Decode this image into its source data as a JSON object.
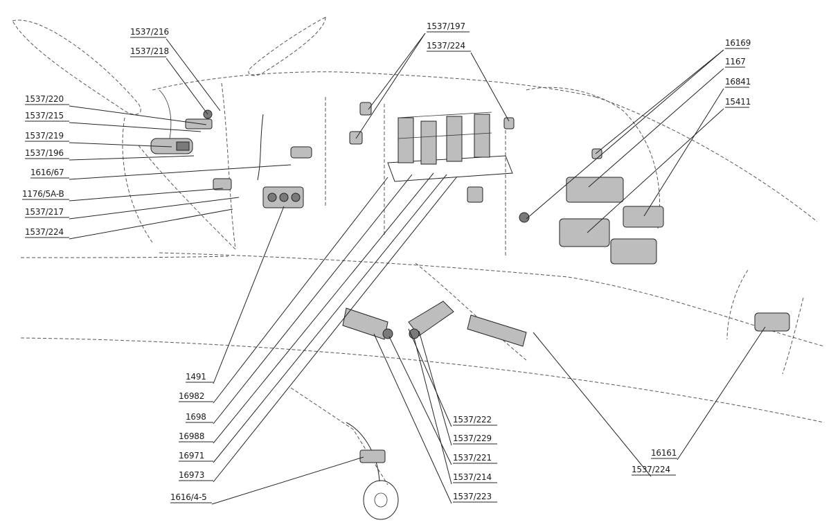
{
  "labels": {
    "l1537_216": "1537/216",
    "l1537_218": "1537/218",
    "l1537_220": "1537/220",
    "l1537_215": "1537/215",
    "l1537_219": "1537/219",
    "l1537_196": "1537/196",
    "l1616_67": "1616/67",
    "l1176_5AB": "1176/5A-B",
    "l1537_217": "1537/217",
    "l1537_224_left": "1537/224",
    "l1537_197": "1537/197",
    "l1537_224_top": "1537/224",
    "l16169": "16169",
    "l1167": "1167",
    "l16841": "16841",
    "l15411": "15411",
    "l1491": "1491",
    "l16982": "16982",
    "l1698": "1698",
    "l16988": "16988",
    "l16971": "16971",
    "l16973": "16973",
    "l1616_45": "1616/4-5",
    "l1537_222": "1537/222",
    "l1537_229": "1537/229",
    "l1537_221": "1537/221",
    "l1537_214": "1537/214",
    "l1537_223": "1537/223",
    "l1537_224_right": "1537/224",
    "l16161": "16161"
  }
}
